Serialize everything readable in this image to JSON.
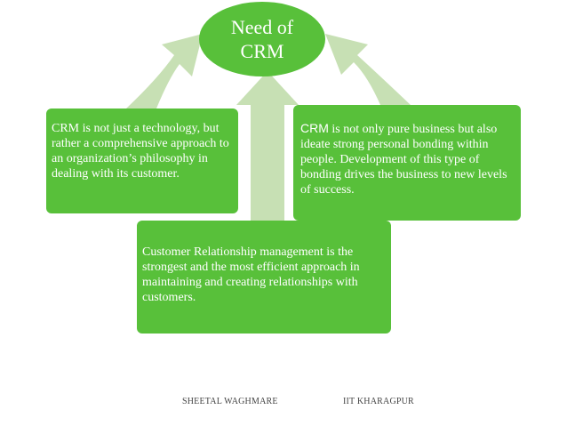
{
  "colors": {
    "node_fill": "#58c03a",
    "arrow_fill": "#c7e0b4",
    "text": "#ffffff",
    "footer_text": "#444444"
  },
  "center": {
    "line1": "Need of",
    "line2": "CRM"
  },
  "nodes": {
    "left": {
      "text": "CRM is not just a technology, but rather a comprehensive approach to an organization’s philosophy in dealing with its customer."
    },
    "right": {
      "lead": "CRM",
      "text": " is not only pure business but also ideate strong personal bonding within people. Development of this type of bonding drives the business to new levels of success."
    },
    "bottom": {
      "text": "Customer Relationship management is the strongest and the most efficient approach in maintaining and creating relationships with customers."
    }
  },
  "footer": {
    "author": "SHEETAL WAGHMARE",
    "institution": "IIT KHARAGPUR"
  }
}
